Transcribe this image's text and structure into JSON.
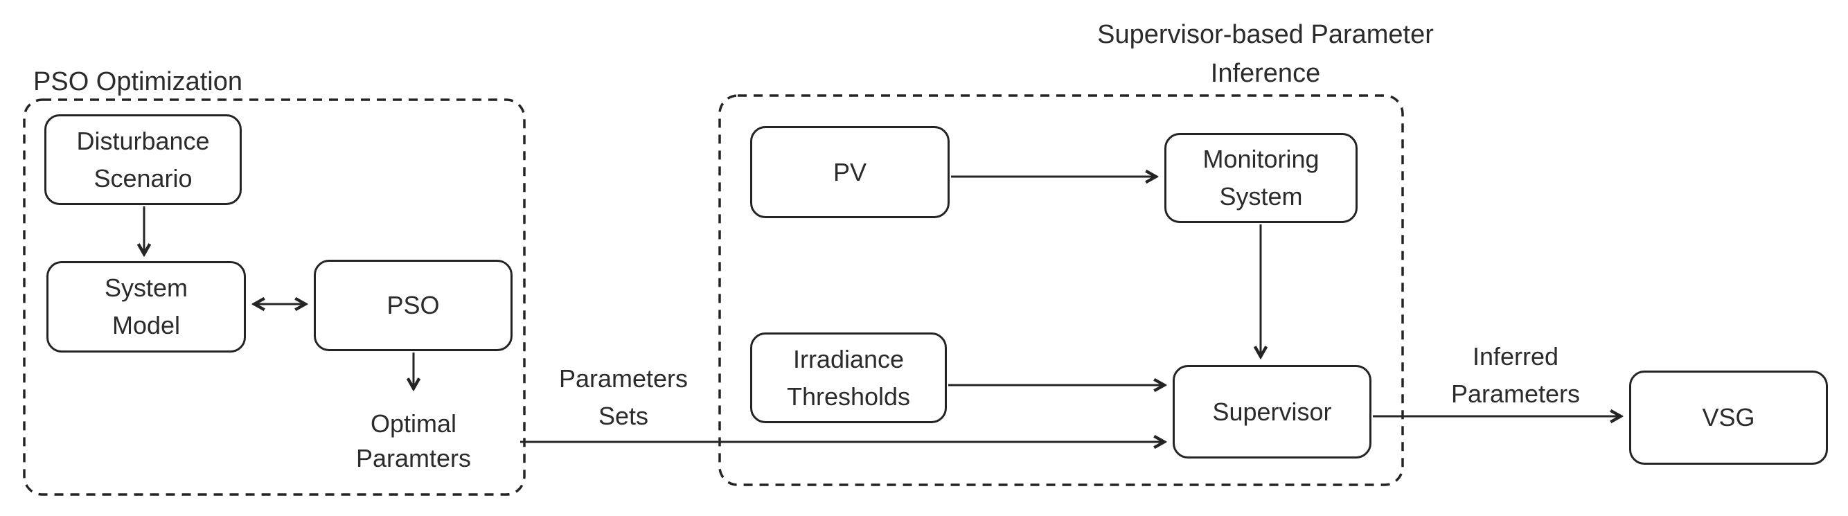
{
  "colors": {
    "stroke": "#242424",
    "text": "#2b2b2b",
    "canvas": "#ffffff"
  },
  "groups": {
    "pso_optimization": {
      "title": "PSO Optimization"
    },
    "supervisor_inference": {
      "title": "Supervisor-based Parameter Inference"
    }
  },
  "nodes": {
    "disturbance_scenario": {
      "label": "Disturbance Scenario"
    },
    "system_model": {
      "label": "System Model"
    },
    "pso": {
      "label": "PSO"
    },
    "pv": {
      "label": "PV"
    },
    "monitoring_system": {
      "label": "Monitoring System"
    },
    "irradiance_thresholds": {
      "label": "Irradiance Thresholds"
    },
    "supervisor": {
      "label": "Supervisor"
    },
    "vsg": {
      "label": "VSG"
    }
  },
  "edge_labels": {
    "optimal_paramters": {
      "label": "Optimal Paramters"
    },
    "parameters_sets": {
      "label": "Parameters Sets"
    },
    "inferred_parameters": {
      "label": "Inferred Parameters"
    }
  },
  "edges": [
    {
      "from": "disturbance_scenario",
      "to": "system_model",
      "direction": "down"
    },
    {
      "from": "system_model",
      "to": "pso",
      "direction": "bidirectional"
    },
    {
      "from": "pso",
      "to": "optimal_paramters",
      "direction": "down"
    },
    {
      "from": "optimal_paramters",
      "to": "supervisor",
      "label": "Parameters Sets",
      "direction": "right"
    },
    {
      "from": "pv",
      "to": "monitoring_system",
      "direction": "right"
    },
    {
      "from": "monitoring_system",
      "to": "supervisor",
      "direction": "down"
    },
    {
      "from": "irradiance_thresholds",
      "to": "supervisor",
      "direction": "right"
    },
    {
      "from": "supervisor",
      "to": "vsg",
      "label": "Inferred Parameters",
      "direction": "right"
    }
  ]
}
